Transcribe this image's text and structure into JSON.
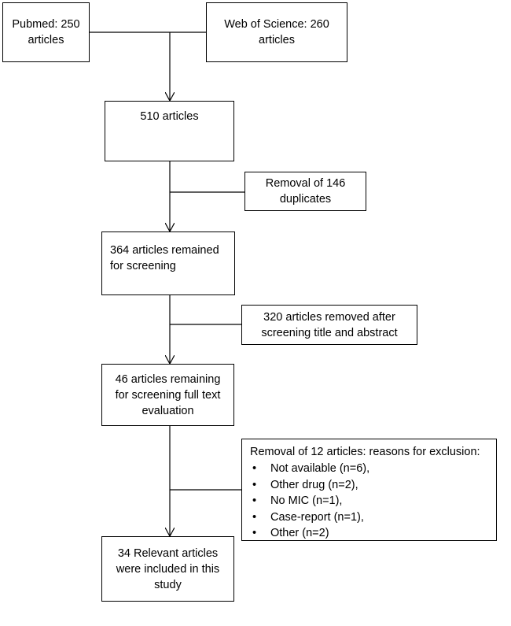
{
  "boxes": {
    "pubmed": "Pubmed: 250 articles",
    "wos": "Web of Science: 260 articles",
    "combined": "510 articles",
    "duplicates": "Removal of 146\nduplicates",
    "screening": "364 articles remained\nfor screening",
    "removed_title_abstract": "320 articles removed after\nscreening title and abstract",
    "full_text": "46 articles remaining\nfor screening full text\nevaluation",
    "exclusion_title": "Removal of 12 articles: reasons for exclusion:",
    "exclusion_reasons": [
      "Not available (n=6),",
      "Other drug (n=2),",
      "No MIC (n=1),",
      "Case-report (n=1),",
      "Other (n=2)"
    ],
    "included": "34 Relevant articles\nwere included in this\nstudy"
  },
  "bullet_symbol": "•"
}
